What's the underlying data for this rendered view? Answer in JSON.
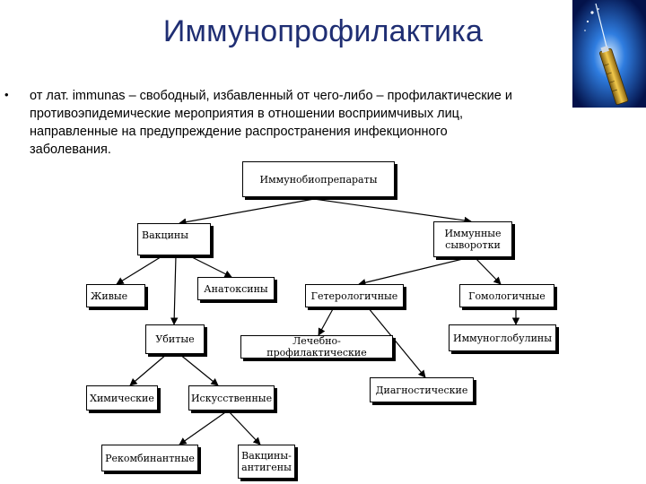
{
  "slide": {
    "title": "Иммунопрофилактика",
    "bullet_lines": [
      "от лат. immunas – свободный, избавленный от чего-либо – профилактические и",
      "противоэпидемические мероприятия в отношении восприимчивых лиц,",
      "направленные на предупреждение распространения инфекционного",
      "заболевания."
    ]
  },
  "diagram": {
    "root": "Иммунобиопрепараты",
    "vaccines": "Вакцины",
    "serums_line1": "Иммунные",
    "serums_line2": "сыворотки",
    "live": "Живые",
    "anatoxins": "Анатоксины",
    "heterologous": "Гетерологичные",
    "homologous": "Гомологичные",
    "killed": "Убитые",
    "therapeutic": "Лечебно-профилактические",
    "immunoglobulins": "Иммуноглобулины",
    "diagnostic": "Диагностические",
    "chemical": "Химические",
    "artificial": "Искусственные",
    "recombinant": "Рекомбинантные",
    "antiid_line1": "Вакцины-",
    "antiid_line2": "антигены"
  },
  "colors": {
    "title": "#1f2e73"
  },
  "icons": {
    "decoration": "syringe-image"
  }
}
